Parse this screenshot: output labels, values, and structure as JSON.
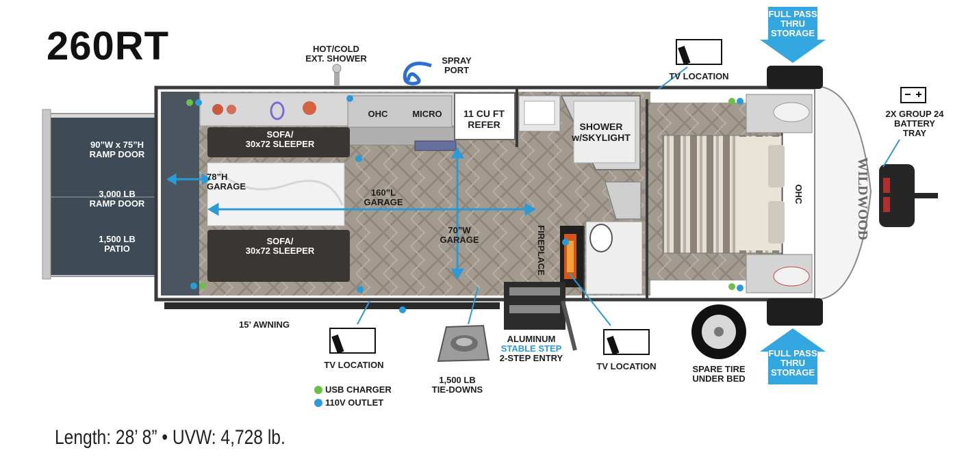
{
  "model": "260RT",
  "specs": "Length: 28’ 8” • UVW: 4,728 lb.",
  "colors": {
    "accent_blue": "#2a9bd6",
    "usb_green": "#6cc04a",
    "outlet_blue": "#2a9bd6",
    "ramp_gray": "#3e4a55",
    "wall_dark": "#3a3a3a"
  },
  "labels": {
    "ext_shower": [
      "HOT/COLD",
      "EXT. SHOWER"
    ],
    "spray_port": [
      "SPRAY",
      "PORT"
    ],
    "ohc_kitchen": "OHC",
    "micro": "MICRO",
    "refer": [
      "11 CU FT",
      "REFER"
    ],
    "shower": [
      "SHOWER",
      "w/SKYLIGHT"
    ],
    "tv_top": "TV LOCATION",
    "pass_thru_top": [
      "FULL PASS",
      "THRU",
      "STORAGE"
    ],
    "pass_thru_bottom": [
      "FULL PASS",
      "THRU",
      "STORAGE"
    ],
    "battery": [
      "2X GROUP 24",
      "BATTERY",
      "TRAY"
    ],
    "ramp_door_size": [
      "90”W x 75”H",
      "RAMP DOOR"
    ],
    "ramp_door_weight": [
      "3,000 LB",
      "RAMP DOOR"
    ],
    "patio": [
      "1,500 LB",
      "PATIO"
    ],
    "sofa_top": [
      "SOFA/",
      "30x72 SLEEPER"
    ],
    "sofa_bottom": [
      "SOFA/",
      "30x72 SLEEPER"
    ],
    "garage_height": [
      "78”H",
      "GARAGE"
    ],
    "garage_length": [
      "160”L",
      "GARAGE"
    ],
    "garage_width": [
      "70”W",
      "GARAGE"
    ],
    "fireplace": "FIREPLACE",
    "ohc_bedroom": "OHC",
    "awning": "15’ AWNING",
    "tv_bottom_left": "TV LOCATION",
    "tie_downs": [
      "1,500 LB",
      "TIE-DOWNS"
    ],
    "step_line1": "ALUMINUM",
    "step_line2": "STABLE STEP",
    "step_line3": "2-STEP ENTRY",
    "tv_bottom_right": "TV LOCATION",
    "spare_tire": [
      "SPARE TIRE",
      "UNDER BED"
    ],
    "legend_usb": "USB CHARGER",
    "legend_outlet": "110V OUTLET",
    "brand": "WILDWOOD"
  },
  "icons": [
    "remote-icon",
    "hose-icon",
    "battery-icon",
    "tire-icon",
    "tie-down-icon",
    "arrow-down-icon",
    "arrow-up-icon"
  ]
}
